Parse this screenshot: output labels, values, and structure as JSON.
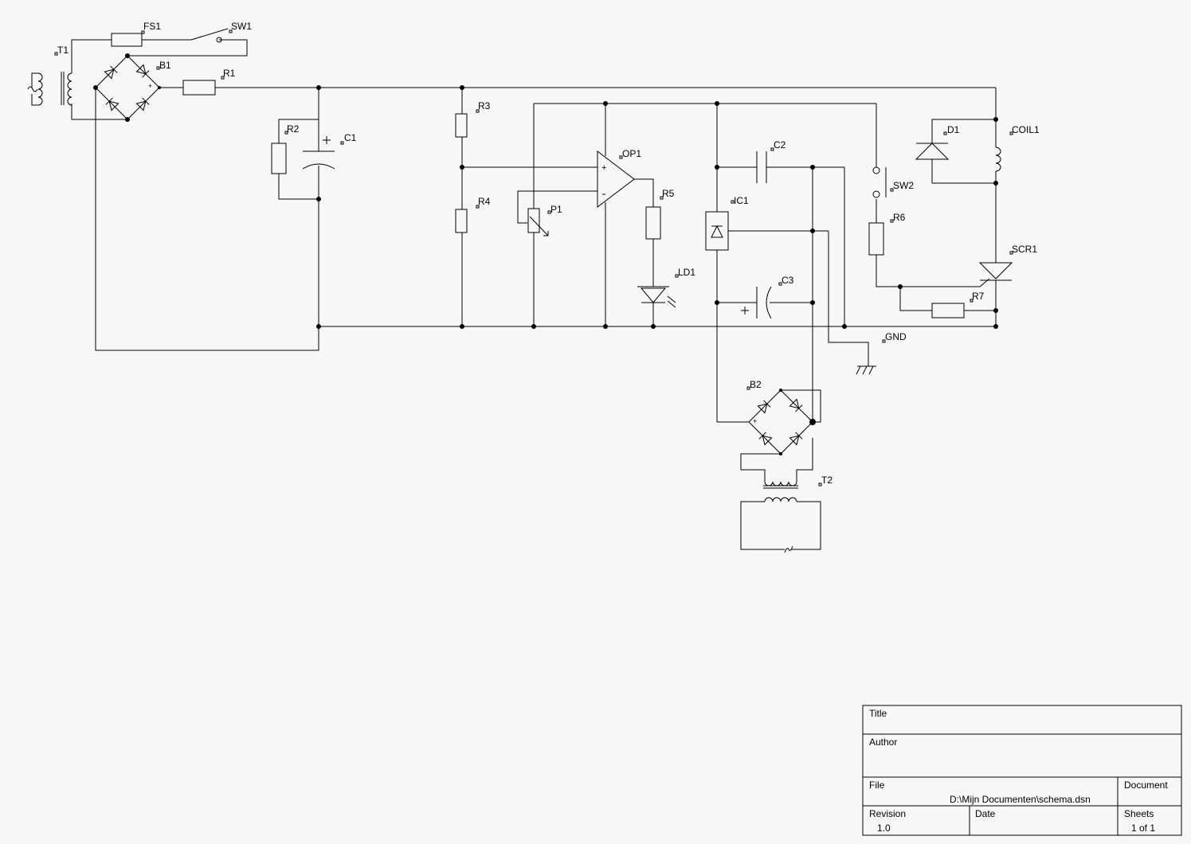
{
  "components": {
    "t1": "T1",
    "fs1": "FS1",
    "sw1": "SW1",
    "b1": "B1",
    "r1": "R1",
    "r2": "R2",
    "c1": "C1",
    "r3": "R3",
    "r4": "R4",
    "p1": "P1",
    "op1": "OP1",
    "r5": "R5",
    "ld1": "LD1",
    "c2": "C2",
    "ic1": "IC1",
    "c3": "C3",
    "sw2": "SW2",
    "r6": "R6",
    "d1": "D1",
    "coil1": "COIL1",
    "scr1": "SCR1",
    "r7": "R7",
    "gnd": "GND",
    "b2": "B2",
    "t2": "T2"
  },
  "title_block": {
    "title_label": "Title",
    "author_label": "Author",
    "file_label": "File",
    "file_value": "D:\\Mijn Documenten\\schema.dsn",
    "document_label": "Document",
    "revision_label": "Revision",
    "revision_value": "1.0",
    "date_label": "Date",
    "sheets_label": "Sheets",
    "sheets_value": "1 of 1"
  }
}
